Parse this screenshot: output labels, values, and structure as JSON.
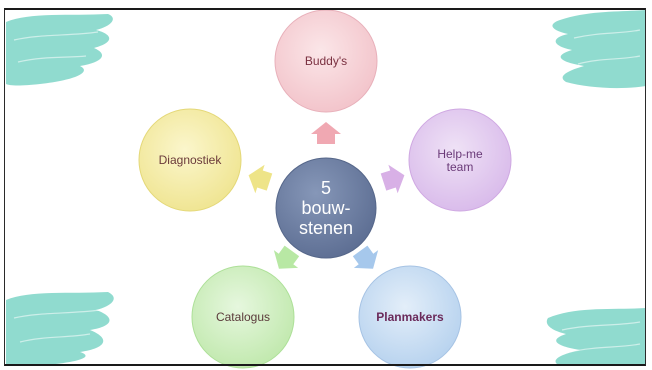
{
  "diagram": {
    "center": {
      "label": "5 bouw-stenen",
      "lines": [
        "5",
        "bouw-",
        "stenen"
      ],
      "color": "#6a7b9e"
    },
    "nodes": [
      {
        "id": "buddys",
        "label": "Buddy's",
        "lines": [
          "Buddy's"
        ],
        "fill": "#f2c7cc",
        "text_color": "#7a3040",
        "bold": false
      },
      {
        "id": "help-me-team",
        "label": "Help-me team",
        "lines": [
          "Help-me",
          "team"
        ],
        "fill": "#dcc0ec",
        "text_color": "#6a3a78",
        "bold": false
      },
      {
        "id": "planmakers",
        "label": "Planmakers",
        "lines": [
          "Planmakers"
        ],
        "fill": "#bcd6ef",
        "text_color": "#6b2a5a",
        "bold": true
      },
      {
        "id": "catalogus",
        "label": "Catalogus",
        "lines": [
          "Catalogus"
        ],
        "fill": "#c6ebb6",
        "text_color": "#5a3a3a",
        "bold": false
      },
      {
        "id": "diagnostiek",
        "label": "Diagnostiek",
        "lines": [
          "Diagnostiek"
        ],
        "fill": "#f1e79a",
        "text_color": "#6a3a3a",
        "bold": false
      }
    ],
    "arrows": [
      {
        "to": "buddys",
        "color": "#f0a8b2"
      },
      {
        "to": "help-me-team",
        "color": "#d8b0e6"
      },
      {
        "to": "planmakers",
        "color": "#a6c8ec"
      },
      {
        "to": "catalogus",
        "color": "#b8e8a4"
      },
      {
        "to": "diagnostiek",
        "color": "#eee488"
      }
    ]
  },
  "decorations": {
    "brush_color": "#8ad9cc"
  }
}
